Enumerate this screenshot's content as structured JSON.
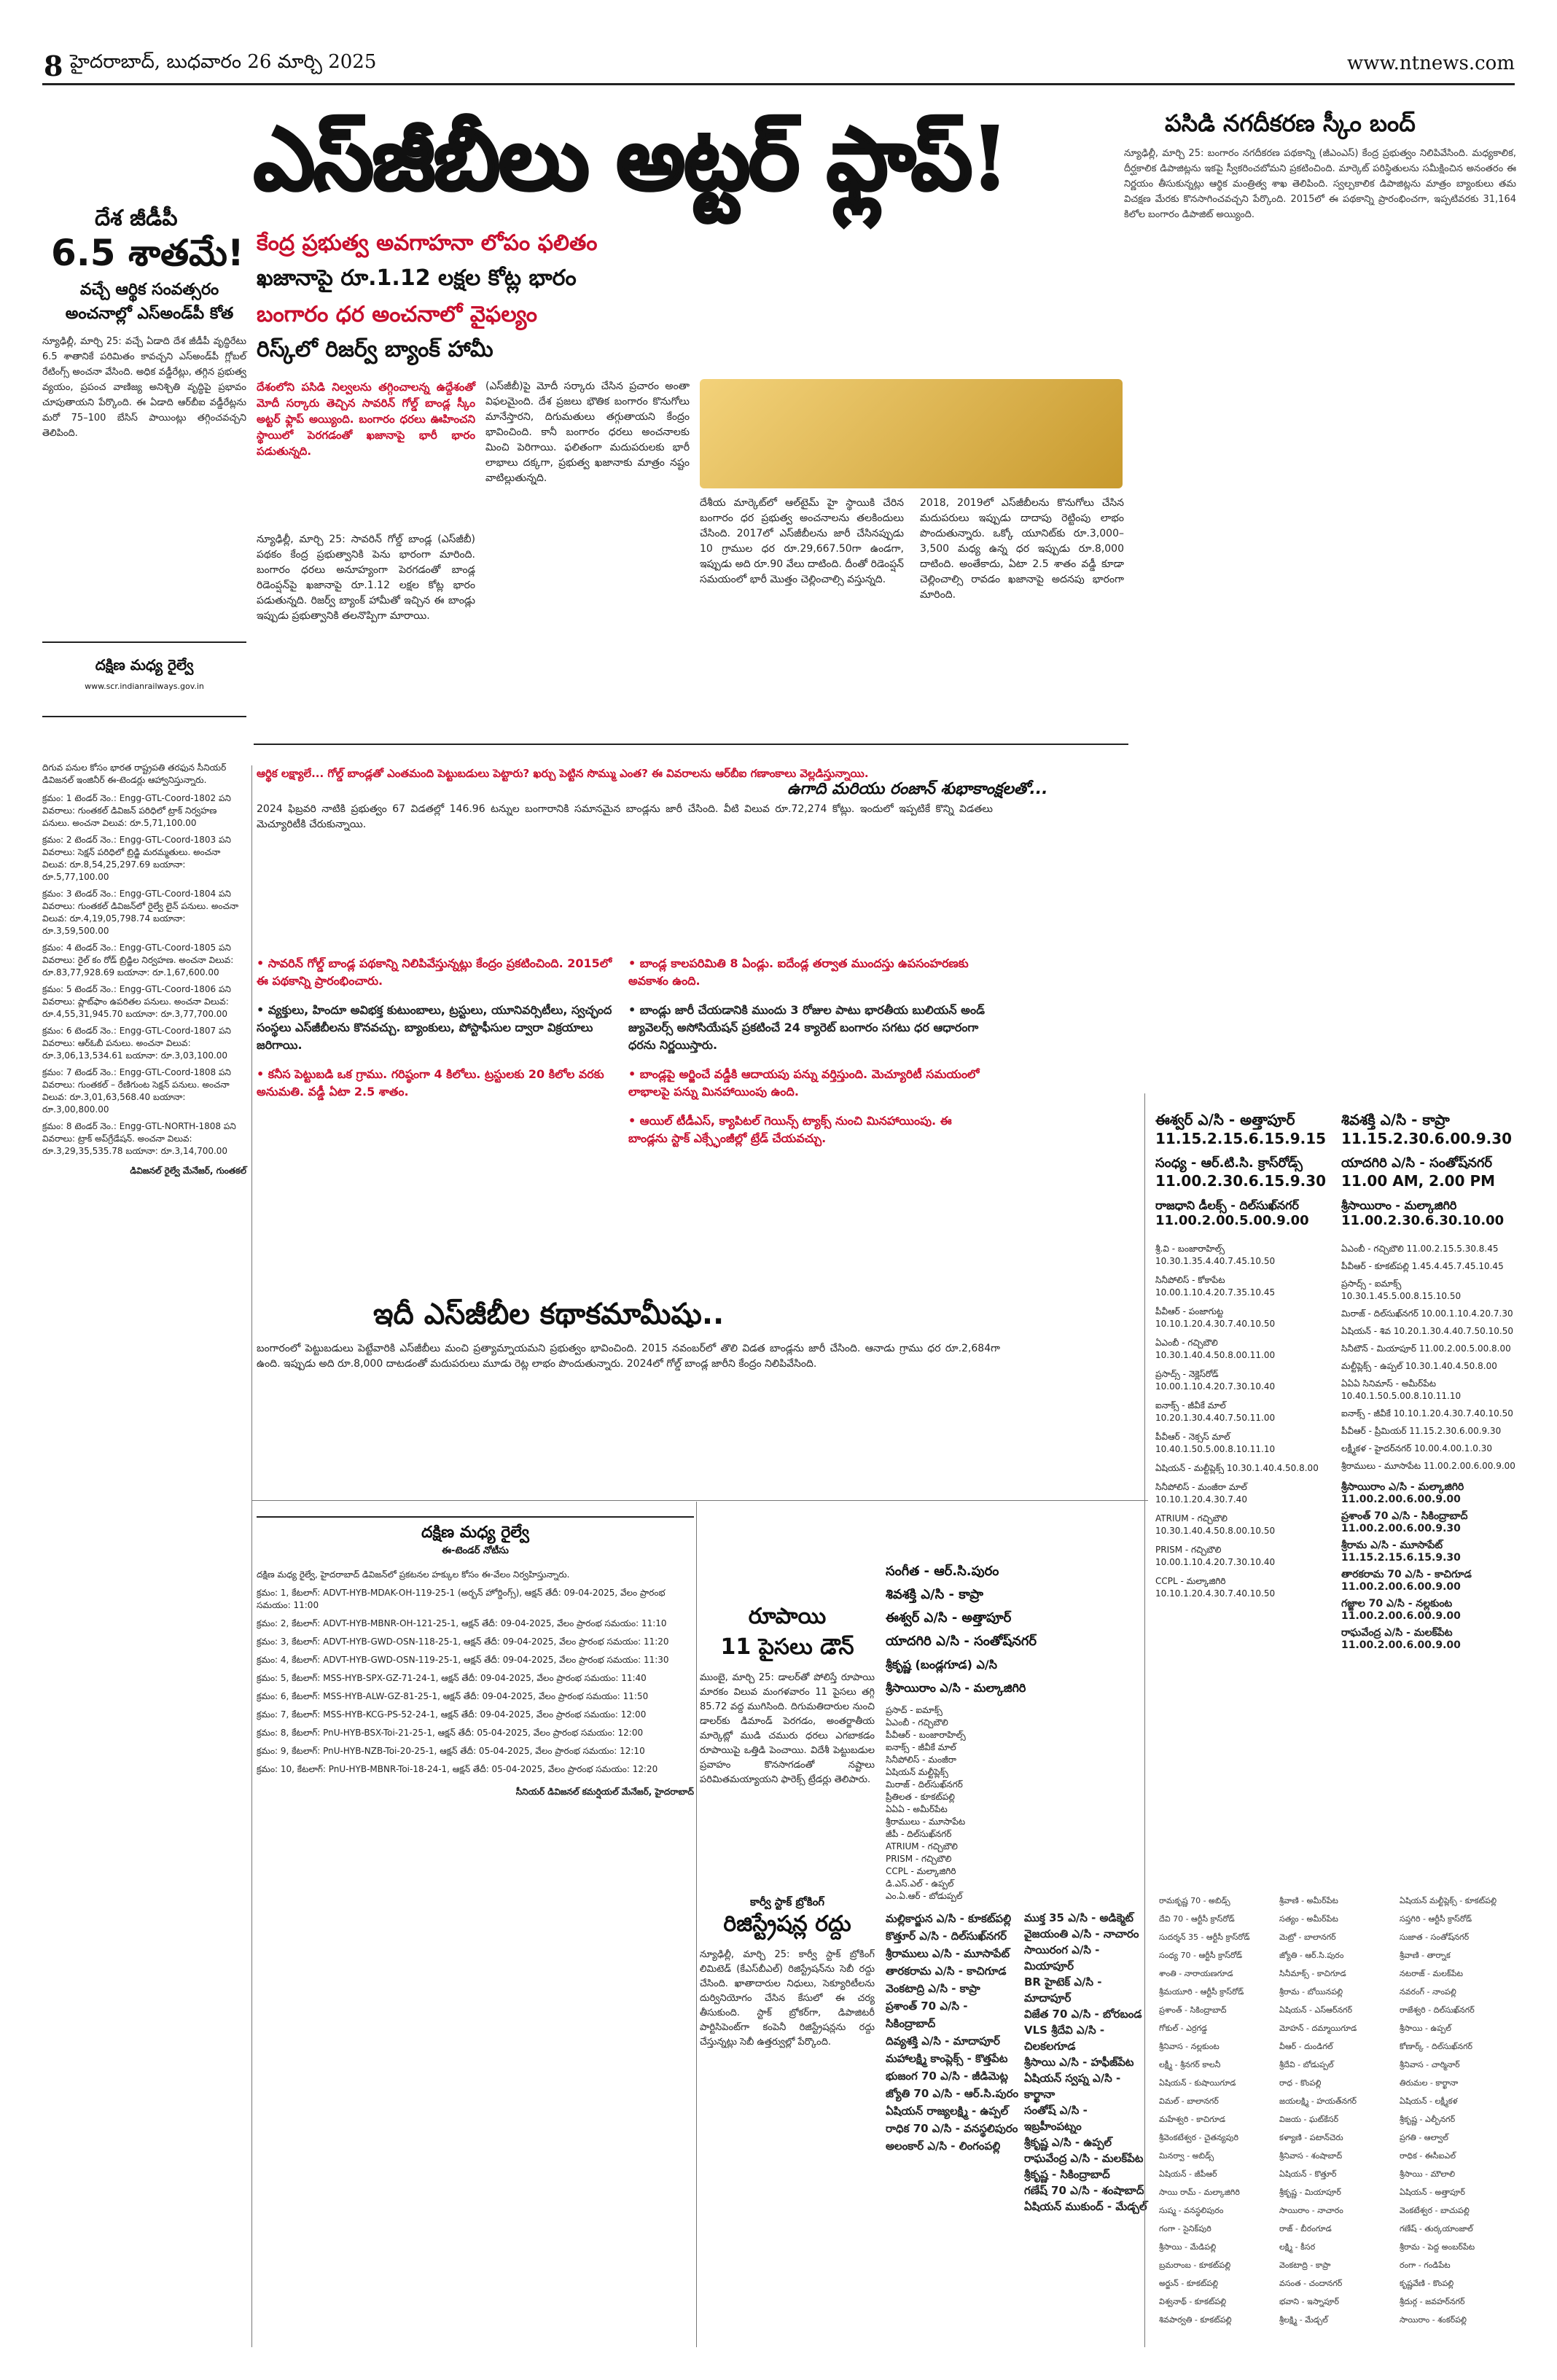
{
  "header": {
    "page_no": "8",
    "date_line": "హైదరాబాద్, బుధవారం 26 మార్చి 2025",
    "site": "www.ntnews.com"
  },
  "main_story": {
    "headline": "ఎస్‌జీబీలు అట్టర్ ఫ్లాప్!",
    "kicker1": "కేంద్ర ప్రభుత్వ అవగాహనా లోపం ఫలితం",
    "sub1": "ఖజానాపై రూ.1.12 లక్షల కోట్ల భారం",
    "kicker2": "బంగారం ధర అంచనాలో వైఫల్యం",
    "sub2": "రిస్క్‌లో రిజర్వ్ బ్యాంక్ హామీ",
    "lead_red": "దేశంలోని పసిడి నిల్వలను తగ్గించాలన్న ఉద్దేశంతో మోదీ సర్కారు తెచ్చిన సావరిన్ గోల్డ్ బాండ్ల స్కీం అట్టర్ ఫ్లాప్ అయ్యింది. బంగారం ధరలు ఊహించని స్థాయిలో పెరగడంతో ఖజానాపై భారీ భారం పడుతున్నది.",
    "col1": "న్యూఢిల్లీ, మార్చి 25: సావరిన్ గోల్డ్ బాండ్ల (ఎస్‌జీబీ) పథకం కేంద్ర ప్రభుత్వానికి పెను భారంగా మారింది. బంగారం ధరలు అనూహ్యంగా పెరగడంతో బాండ్ల రిడెంప్షన్‌పై ఖజానాపై రూ.1.12 లక్షల కోట్ల భారం పడుతున్నది. రిజర్వ్ బ్యాంక్ హామీతో ఇచ్చిన ఈ బాండ్లు ఇప్పుడు ప్రభుత్వానికి తలనొప్పిగా మారాయి.",
    "col2": "(ఎస్‌జీబీ)పై మోదీ సర్కారు చేసిన ప్రచారం అంతా విఫలమైంది. దేశ ప్రజలు భౌతిక బంగారం కొనుగోలు మానేస్తారని, దిగుమతులు తగ్గుతాయని కేంద్రం భావించింది. కానీ బంగారం ధరలు అంచనాలకు మించి పెరిగాయి. ఫలితంగా మదుపరులకు భారీ లాభాలు దక్కగా, ప్రభుత్వ ఖజానాకు మాత్రం నష్టం వాటిల్లుతున్నది.",
    "col3": "దేశీయ మార్కెట్‌లో ఆల్‌టైమ్ హై స్థాయికి చేరిన బంగారం ధర ప్రభుత్వ అంచనాలను తలకిందులు చేసింది. 2017లో ఎస్‌జీబీలను జారీ చేసినప్పుడు 10 గ్రాముల ధర రూ.29,667.50గా ఉండగా, ఇప్పుడు అది రూ.90 వేలు దాటింది. దీంతో రిడెంప్షన్ సమయంలో భారీ మొత్తం చెల్లించాల్సి వస్తున్నది.",
    "col4": "2018, 2019లో ఎస్‌జీబీలను కొనుగోలు చేసిన మదుపరులు ఇప్పుడు దాదాపు రెట్టింపు లాభం పొందుతున్నారు. ఒక్కో యూనిట్‌కు రూ.3,000–3,500 మధ్య ఉన్న ధర ఇప్పుడు రూ.8,000 దాటింది. అంతేకాదు, ఏటా 2.5 శాతం వడ్డీ కూడా చెల్లించాల్సి రావడం ఖజానాపై అదనపు భారంగా మారింది."
  },
  "scheme_story": {
    "title": "పసిడి నగదీకరణ స్కీం బంద్",
    "body": "న్యూఢిల్లీ, మార్చి 25: బంగారం నగదీకరణ పథకాన్ని (జీఎంఎస్) కేంద్ర ప్రభుత్వం నిలిపివేసింది. మధ్యకాలిక, దీర్ఘకాలిక డిపాజిట్లను ఇకపై స్వీకరించబోమని ప్రకటించింది. మార్కెట్ పరిస్థితులను సమీక్షించిన అనంతరం ఈ నిర్ణయం తీసుకున్నట్లు ఆర్థిక మంత్రిత్వ శాఖ తెలిపింది. స్వల్పకాలిక డిపాజిట్లను మాత్రం బ్యాంకులు తమ విచక్షణ మేరకు కొనసాగించవచ్చని పేర్కొంది. 2015లో ఈ పథకాన్ని ప్రారంభించగా, ఇప్పటివరకు 31,164 కిలోల బంగారం డిపాజిట్ అయ్యింది."
  },
  "gdp_story": {
    "t1": "దేశ జీడీపీ",
    "t2": "6.5 శాతమే!",
    "t3": "వచ్చే ఆర్థిక సంవత్సరం",
    "t4": "అంచనాల్లో ఎస్‌అండ్‌పీ కోత",
    "body": "న్యూఢిల్లీ, మార్చి 25: వచ్చే ఏడాది దేశ జీడీపీ వృద్ధిరేటు 6.5 శాతానికే పరిమితం కావచ్చని ఎస్‌అండ్‌పీ గ్లోబల్ రేటింగ్స్ అంచనా వేసింది. అధిక వడ్డీరేట్లు, తగ్గిన ప్రభుత్వ వ్యయం, ప్రపంచ వాణిజ్య అనిశ్చితి వృద్ధిపై ప్రభావం చూపుతాయని పేర్కొంది. ఈ ఏడాది ఆర్‌బీఐ వడ్డీరేట్లను మరో 75–100 బేసిస్ పాయింట్లు తగ్గించవచ్చని తెలిపింది."
  },
  "railway_block": {
    "title": "దక్షిణ మధ్య రైల్వే",
    "subtitle": "www.scr.indianrailways.gov.in",
    "intro": "దిగువ పనుల కోసం భారత రాష్ట్రపతి తరఫున సీనియర్ డివిజనల్ ఇంజినీర్ ఈ-టెండర్లు ఆహ్వానిస్తున్నారు.",
    "items": [
      "క్రమం: 1 టెండర్ నెం.: Engg-GTL-Coord-1802 పని వివరాలు: గుంతకల్ డివిజన్ పరిధిలో ట్రాక్ నిర్వహణ పనులు. అంచనా విలువ: రూ.5,71,100.00",
      "క్రమం: 2 టెండర్ నెం.: Engg-GTL-Coord-1803 పని వివరాలు: సెక్షన్ పరిధిలో బ్రిడ్జి మరమ్మతులు. అంచనా విలువ: రూ.8,54,25,297.69 బయానా: రూ.5,77,100.00",
      "క్రమం: 3 టెండర్ నెం.: Engg-GTL-Coord-1804 పని వివరాలు: గుంతకల్ డివిజన్‌లో రైల్వే లైన్ పనులు. అంచనా విలువ: రూ.4,19,05,798.74 బయానా: రూ.3,59,500.00",
      "క్రమం: 4 టెండర్ నెం.: Engg-GTL-Coord-1805 పని వివరాలు: రైల్ కం రోడ్ బ్రిడ్జిల నిర్వహణ. అంచనా విలువ: రూ.83,77,928.69 బయానా: రూ.1,67,600.00",
      "క్రమం: 5 టెండర్ నెం.: Engg-GTL-Coord-1806 పని వివరాలు: ప్లాట్‌ఫాం ఉపరితల పనులు. అంచనా విలువ: రూ.4,55,31,945.70 బయానా: రూ.3,77,700.00",
      "క్రమం: 6 టెండర్ నెం.: Engg-GTL-Coord-1807 పని వివరాలు: ఆర్‌ఓబీ పనులు. అంచనా విలువ: రూ.3,06,13,534.61 బయానా: రూ.3,03,100.00",
      "క్రమం: 7 టెండర్ నెం.: Engg-GTL-Coord-1808 పని వివరాలు: గుంతకల్ – రేణిగుంట సెక్షన్ పనులు. అంచనా విలువ: రూ.3,01,63,568.40 బయానా: రూ.3,00,800.00",
      "క్రమం: 8 టెండర్ నెం.: Engg-GTL-NORTH-1808 పని వివరాలు: ట్రాక్ అప్‌గ్రేడేషన్. అంచనా విలువ: రూ.3,29,35,535.78 బయానా: రూ.3,14,700.00"
    ],
    "footer": "డివిజనల్ రైల్వే మేనేజర్, గుంతకల్"
  },
  "timeline_box": {
    "title": "ఇదీ ఎస్‌జీబీల కథాకమామీషు..",
    "intro_red": "ఆర్థిక లక్ష్యాలే... గోల్డ్ బాండ్లతో ఎంతమంది పెట్టుబడులు పెట్టారు? ఖర్చు పెట్టిన సొమ్ము ఎంత? ఈ వివరాలను ఆర్‌బీఐ గణాంకాలు వెల్లడిస్తున్నాయి.",
    "intro_black": "2024 ఫిబ్రవరి నాటికి ప్రభుత్వం 67 విడతల్లో 146.96 టన్నుల బంగారానికి సమానమైన బాండ్లను జారీ చేసింది. వీటి విలువ రూ.72,274 కోట్లు. ఇందులో ఇప్పటికే కొన్ని విడతలు మెచ్యూరిటీకి చేరుకున్నాయి.",
    "bullets_left": [
      "సావరిన్ గోల్డ్ బాండ్ల పథకాన్ని నిలిపివేస్తున్నట్లు కేంద్రం ప్రకటించింది. 2015లో ఈ పథకాన్ని ప్రారంభించారు.",
      "వ్యక్తులు, హిందూ అవిభక్త కుటుంబాలు, ట్రస్టులు, యూనివర్సిటీలు, స్వచ్ఛంద సంస్థలు ఎస్‌జీబీలను కొనవచ్చు. బ్యాంకులు, పోస్టాఫీసుల ద్వారా విక్రయాలు జరిగాయి.",
      "కనీస పెట్టుబడి ఒక గ్రాము. గరిష్ఠంగా 4 కిలోలు. ట్రస్టులకు 20 కిలోల వరకు అనుమతి. వడ్డీ ఏటా 2.5 శాతం."
    ],
    "bullets_right": [
      "బాండ్ల కాలపరిమితి 8 ఏండ్లు. ఐదేండ్ల తర్వాత ముందస్తు ఉపసంహరణకు అవకాశం ఉంది.",
      "బాండ్లు జారీ చేయడానికి ముందు 3 రోజుల పాటు భారతీయ బులియన్ అండ్ జ్యువెలర్స్ అసోసియేషన్ ప్రకటించే 24 క్యారెట్ బంగారం సగటు ధర ఆధారంగా ధరను నిర్ణయిస్తారు.",
      "బాండ్లపై అర్జించే వడ్డీకి ఆదాయపు పన్ను వర్తిస్తుంది. మెచ్యూరిటీ సమయంలో లాభాలపై పన్ను మినహాయింపు ఉంది.",
      "ఆయిల్ టీడీఎస్, క్యాపిటల్ గెయిన్స్ ట్యాక్స్ నుంచి మినహాయింపు. ఈ బాండ్లను స్టాక్ ఎక్స్ఛేంజీల్లో ట్రేడ్ చేయవచ్చు."
    ],
    "bottom_text": "బంగారంలో పెట్టుబడులు పెట్టేవారికి ఎస్‌జీబీలు మంచి ప్రత్యామ్నాయమని ప్రభుత్వం భావించింది. 2015 నవంబర్‌లో తొలి విడత బాండ్లను జారీ చేసింది. ఆనాడు గ్రాము ధర రూ.2,684గా ఉంది. ఇప్పుడు అది రూ.8,000 దాటడంతో మదుపరులు మూడు రెట్ల లాభం పొందుతున్నారు. 2024లో గోల్డ్ బాండ్ల జారీని కేంద్రం నిలిపివేసింది."
  },
  "second_tender": {
    "title": "దక్షిణ మధ్య రైల్వే",
    "sub": "ఈ-టెండర్ నోటీసు",
    "lines": [
      "దక్షిణ మధ్య రైల్వే, హైదరాబాద్ డివిజన్‌లో ప్రకటనల హక్కుల కోసం ఈ-వేలం నిర్వహిస్తున్నారు.",
      "క్రమం: 1, కేటలాగ్: ADVT-HYB-MDAK-OH-119-25-1 (అర్బన్ హోర్డింగ్స్), ఆక్షన్ తేదీ: 09-04-2025, వేలం ప్రారంభ సమయం: 11:00",
      "క్రమం: 2, కేటలాగ్: ADVT-HYB-MBNR-OH-121-25-1, ఆక్షన్ తేదీ: 09-04-2025, వేలం ప్రారంభ సమయం: 11:10",
      "క్రమం: 3, కేటలాగ్: ADVT-HYB-GWD-OSN-118-25-1, ఆక్షన్ తేదీ: 09-04-2025, వేలం ప్రారంభ సమయం: 11:20",
      "క్రమం: 4, కేటలాగ్: ADVT-HYB-GWD-OSN-119-25-1, ఆక్షన్ తేదీ: 09-04-2025, వేలం ప్రారంభ సమయం: 11:30",
      "క్రమం: 5, కేటలాగ్: MSS-HYB-SPX-GZ-71-24-1, ఆక్షన్ తేదీ: 09-04-2025, వేలం ప్రారంభ సమయం: 11:40",
      "క్రమం: 6, కేటలాగ్: MSS-HYB-ALW-GZ-81-25-1, ఆక్షన్ తేదీ: 09-04-2025, వేలం ప్రారంభ సమయం: 11:50",
      "క్రమం: 7, కేటలాగ్: MSS-HYB-KCG-PS-52-24-1, ఆక్షన్ తేదీ: 09-04-2025, వేలం ప్రారంభ సమయం: 12:00",
      "క్రమం: 8, కేటలాగ్: PnU-HYB-BSX-Toi-21-25-1, ఆక్షన్ తేదీ: 05-04-2025, వేలం ప్రారంభ సమయం: 12:00",
      "క్రమం: 9, కేటలాగ్: PnU-HYB-NZB-Toi-20-25-1, ఆక్షన్ తేదీ: 05-04-2025, వేలం ప్రారంభ సమయం: 12:10",
      "క్రమం: 10, కేటలాగ్: PnU-HYB-MBNR-Toi-18-24-1, ఆక్షన్ తేదీ: 05-04-2025, వేలం ప్రారంభ సమయం: 12:20"
    ],
    "footer": "సీనియర్ డివిజనల్ కమర్షియల్ మేనేజర్, హైదరాబాద్"
  },
  "rupee_story": {
    "title": "రూపాయి",
    "sub": "11 పైసలు డౌన్",
    "body": "ముంబై, మార్చి 25: డాలర్‌తో పోలిస్తే రూపాయి మారకం విలువ మంగళవారం 11 పైసలు తగ్గి 85.72 వద్ద ముగిసింది. దిగుమతిదారుల నుంచి డాలర్‌కు డిమాండ్ పెరగడం, అంతర్జాతీయ మార్కెట్లో ముడి చమురు ధరలు ఎగబాకడం రూపాయిపై ఒత్తిడి పెంచాయి. విదేశీ పెట్టుబడుల ప్రవాహం కొనసాగడంతో నష్టాలు పరిమితమయ్యాయని ఫారెక్స్ ట్రేడర్లు తెలిపారు."
  },
  "karvy_story": {
    "kicker": "కార్వీ స్టాక్ బ్రోకింగ్",
    "title": "రిజిస్ట్రేషన్ల రద్దు",
    "body": "న్యూఢిల్లీ, మార్చి 25: కార్వీ స్టాక్ బ్రోకింగ్ లిమిటెడ్ (కేఎస్‌బీఎల్) రిజిస్ట్రేషన్‌ను సెబీ రద్దు చేసింది. ఖాతాదారుల నిధులు, సెక్యూరిటీలను దుర్వినియోగం చేసిన కేసులో ఈ చర్య తీసుకుంది. స్టాక్ బ్రోకర్‌గా, డిపాజిటరీ పార్టిసిపెంట్‌గా కంపెనీ రిజిస్ట్రేషన్లను రద్దు చేస్తున్నట్లు సెబీ ఉత్తర్వుల్లో పేర్కొంది."
  },
  "ugadi_banner": "ఉగాది మరియు రంజాన్ శుభాకాంక్షలతో...",
  "cinema_top": {
    "col1_title": "ఈశ్వర్ ఎ/సి - అత్తాపూర్",
    "col1_time": "11.15.2.15.6.15.9.15",
    "col1_b": "సంధ్య - ఆర్.టి.సి. క్రాస్‌రోడ్స్",
    "col1_time2": "11.00.2.30.6.15.9.30",
    "col1_c": "రాజధాని డీలక్స్ - దిల్‌సుఖ్‌నగర్",
    "col1_time3": "11.00.2.00.5.00.9.00",
    "col2_title": "శివశక్తి ఎ/సి - కాప్రా",
    "col2_time": "11.15.2.30.6.00.9.30",
    "col2_b": "యాదగిరి ఎ/సి - సంతోష్‌నగర్",
    "col2_time2": "11.00 AM, 2.00 PM",
    "col2_c": "శ్రీసాయిరాం - మల్కాజిగిరి",
    "col2_time3": "11.00.2.30.6.30.10.00",
    "list_left": [
      "శ్రీ.వి - బంజారాహిల్స్ 10.30.1.35.4.40.7.45.10.50",
      "సినీపోలిస్ - కోకాపేట 10.00.1.10.4.20.7.35.10.45",
      "పీవీఆర్ - పంజాగుట్ట 10.10.1.20.4.30.7.40.10.50",
      "ఏఎంబీ - గచ్చిబౌలి 10.30.1.40.4.50.8.00.11.00",
      "ప్రసాద్స్ - నెక్లెస్‌రోడ్ 10.00.1.10.4.20.7.30.10.40",
      "ఐనాక్స్ - జీవీకే మాల్ 10.20.1.30.4.40.7.50.11.00",
      "పీవీఆర్ - నెక్సస్ మాల్ 10.40.1.50.5.00.8.10.11.10",
      "ఏషియన్ - మల్టీప్లెక్స్ 10.30.1.40.4.50.8.00",
      "సినీపోలిస్ - మంజీరా మాల్ 10.10.1.20.4.30.7.40",
      "ATRIUM - గచ్చిబౌలి 10.30.1.40.4.50.8.00.10.50",
      "PRISM - గచ్చిబౌలి 10.00.1.10.4.20.7.30.10.40",
      "CCPL - మల్కాజిగిరి 10.10.1.20.4.30.7.40.10.50"
    ],
    "list_right": [
      "ఏఎంబీ - గచ్చిబౌలి 11.00.2.15.5.30.8.45",
      "పీవీఆర్ - కూకట్‌పల్లి 1.45.4.45.7.45.10.45",
      "ప్రసాద్స్ - ఐమాక్స్ 10.30.1.45.5.00.8.15.10.50",
      "మిరాజ్ - దిల్‌సుఖ్‌నగర్ 10.00.1.10.4.20.7.30",
      "ఏషియన్ - శివ 10.20.1.30.4.40.7.50.10.50",
      "సినీటౌన్ - మియాపూర్ 11.00.2.00.5.00.8.00",
      "మల్టీప్లెక్స్ - ఉప్పల్ 10.30.1.40.4.50.8.00",
      "ఏఏఏ సినిమాస్ - అమీర్‌పేట 10.40.1.50.5.00.8.10.11.10",
      "ఐనాక్స్ - జీవీకే 10.10.1.20.4.30.7.40.10.50",
      "పీవీఆర్ - ప్రీమియర్ 11.15.2.30.6.00.9.30",
      "లక్ష్మీకళ - హైదర్‌నగర్ 10.00.4.00.1.0.30",
      "శ్రీరాములు - మూసాపేట 11.00.2.00.6.00.9.00"
    ],
    "bold_right": [
      "శ్రీసాయిరాం ఎ/సి - మల్కాజిగిరి 11.00.2.00.6.00.9.00",
      "ప్రశాంత్ 70 ఎ/సి - సికింద్రాబాద్ 11.00.2.00.6.00.9.30",
      "శ్రీరామ ఎ/సి - మూసాపేట్ 11.15.2.15.6.15.9.30",
      "తారకరామ 70 ఎ/సి - కాచిగూడ 11.00.2.00.6.00.9.00",
      "గజ్జాల 70 ఎ/సి - నల్లకుంట 11.00.2.00.6.00.9.00",
      "రాఘవేంద్ర ఎ/సి - మలక్‌పేట 11.00.2.00.6.00.9.00"
    ]
  },
  "cinema_bottom": {
    "left_a": "సంగీత - ఆర్.సి.పురం",
    "left_b": "శివశక్తి ఎ/సి - కాప్రా",
    "left_c": "ఈశ్వర్ ఎ/సి - అత్తాపూర్",
    "left_d": "యాదగిరి ఎ/సి - సంతోష్‌నగర్",
    "left_e": "శ్రీకృష్ణ (బండ్లగూడ) ఎ/సి",
    "left_f": "శ్రీసాయిరాం ఎ/సి - మల్కాజిగిరి",
    "list": [
      "ప్రసాద్ - ఐమాక్స్",
      "ఏఎంబీ - గచ్చిబౌలి",
      "పీవీఆర్ - బంజారాహిల్స్",
      "ఐనాక్స్ - జీవీకే మాల్",
      "సినీపోలిస్ - మంజీరా",
      "ఏషియన్ మల్టీప్లెక్స్",
      "మిరాజ్ - దిల్‌సుఖ్‌నగర్",
      "ప్రీతిలత - కూకట్‌పల్లి",
      "ఏఏఏ - అమీర్‌పేట",
      "శ్రీరాములు - మూసాపేట",
      "జీపీ - దిల్‌సుఖ్‌నగర్",
      "ATRIUM - గచ్చిబౌలి",
      "PRISM - గచ్చిబౌలి",
      "CCPL - మల్కాజిగిరి",
      "డి.ఎస్.ఎల్ - ఉప్పల్",
      "ఎం.ఏ.ఆర్ - బోడుప్పల్"
    ],
    "bold_list": [
      "మల్లికార్జున ఎ/సి - కూకట్‌పల్లి",
      "కొత్తూర్ ఎ/సి - దిల్‌సుఖ్‌నగర్",
      "శ్రీరాములు ఎ/సి - మూసాపేట్",
      "తారకరామ ఎ/సి - కాచిగూడ",
      "వెంకటాద్రి ఎ/సి - కాప్రా",
      "ప్రశాంత్ 70 ఎ/సి - సికింద్రాబాద్",
      "దివ్యశక్తి ఎ/సి - మాదాపూర్",
      "మహాలక్ష్మి కాంప్లెక్స్ - కొత్తపేట",
      "భుజంగ 70 ఎ/సి - జీడిమెట్ల",
      "జ్యోతి 70 ఎ/సి - ఆర్.సి.పురం",
      "ఏషియన్ రాజ్యలక్ష్మి - ఉప్పల్",
      "రాధిక 70 ఎ/సి - వనస్థలిపురం",
      "అలంకార్ ఎ/సి - లింగంపల్లి"
    ],
    "bold_list2": [
      "ముక్త 35 ఎ/సి - అడిక్మెట్",
      "వైజయంతి ఎ/సి - నాచారం",
      "సాయిరంగ ఎ/సి - మియాపూర్",
      "BR హైటెక్ ఎ/సి - మాదాపూర్",
      "విజేత 70 ఎ/సి - బోరబండ",
      "VLS శ్రీదేవి ఎ/సి - చిలకలగూడ",
      "శ్రీసాయి ఎ/సి - హఫీజ్‌పేట",
      "ఏషియన్ స్వప్న ఎ/సి - కార్ఖానా",
      "సంతోష్ ఎ/సి - ఇబ్రహీంపట్నం",
      "శ్రీకృష్ణ ఎ/సి - ఉప్పల్",
      "రాఘవేంద్ర ఎ/సి - మలక్‌పేట",
      "శ్రీకృష్ణ - సికింద్రాబాద్",
      "గణేష్ 70 ఎ/సి - శంషాబాద్",
      "ఏషియన్ ముకుంద్ - మేడ్చల్"
    ],
    "small_col1": [
      "రామకృష్ణ 70 - అబిడ్స్",
      "దేవి 70 - ఆర్టీసీ క్రాస్‌రోడ్",
      "సుదర్శన్ 35 - ఆర్టీసీ క్రాస్‌రోడ్",
      "సంధ్య 70 - ఆర్టీసీ క్రాస్‌రోడ్",
      "శాంతి - నారాయణగూడ",
      "శ్రీమయూరి - ఆర్టీసీ క్రాస్‌రోడ్",
      "ప్రశాంత్ - సికింద్రాబాద్",
      "గోకుల్ - ఎర్రగడ్డ",
      "శ్రీనివాస - నల్లకుంట",
      "లక్ష్మీ - శ్రీనగర్ కాలనీ",
      "ఏషియన్ - కుషాయిగూడ",
      "విమల్ - బాలానగర్",
      "మహేశ్వరి - కాచిగూడ",
      "శ్రీవెంకటేశ్వర - చైతన్యపురి",
      "మినర్వా - అబిడ్స్",
      "ఏషియన్ - జీపీఆర్",
      "సాయి రామ్ - మల్కాజిగిరి",
      "సుష్మ - వనస్థలిపురం",
      "గంగా - సైనిక్‌పురి",
      "శ్రీసాయి - మేడిపల్లి",
      "బ్రమరాంబ - కూకట్‌పల్లి",
      "అర్జున్ - కూకట్‌పల్లి",
      "విశ్వనాథ్ - కూకట్‌పల్లి",
      "శివపార్వతి - కూకట్‌పల్లి"
    ],
    "small_col2": [
      "శ్రీవాణి - అమీర్‌పేట",
      "సత్యం - అమీర్‌పేట",
      "మెట్రో - బాలానగర్",
      "జ్యోతి - ఆర్.సి.పురం",
      "సినీమాక్స్ - కాచిగూడ",
      "శ్రీరామ - బోయినపల్లి",
      "ఏషియన్ - ఎస్‌ఆర్‌నగర్",
      "మోహన్ - దమ్మాయిగూడ",
      "వీఆర్ - దుండిగల్",
      "శ్రీదేవి - బోడుప్పల్",
      "రాధ - కొంపల్లి",
      "జయలక్ష్మి - హయత్‌నగర్",
      "విజయ - ఘట్‌కేసర్",
      "కళ్యాణి - పటాన్‌చెరు",
      "శ్రీనివాస - శంషాబాద్",
      "ఏషియన్ - కొత్తూర్",
      "శ్రీకృష్ణ - మియాపూర్",
      "సాయిరాం - నాచారం",
      "రాజ్ - బీరంగూడ",
      "లక్ష్మి - కీసర",
      "వెంకటాద్రి - కాప్రా",
      "వసంత - చందానగర్",
      "భవాని - ఇస్నాపూర్",
      "శ్రీలక్ష్మి - మేడ్చల్"
    ],
    "small_col3": [
      "ఏషియన్ మల్టీప్లెక్స్ - కూకట్‌పల్లి",
      "సప్తగిరి - ఆర్టీసీ క్రాస్‌రోడ్",
      "సుజాత - సంతోష్‌నగర్",
      "శ్రీవాణి - తార్నాక",
      "నటరాజ్ - మలక్‌పేట",
      "నవరంగ్ - నాంపల్లి",
      "రాజేశ్వరి - దిల్‌సుఖ్‌నగర్",
      "శ్రీసాయి - ఉప్పల్",
      "కోణార్క్ - దిల్‌సుఖ్‌నగర్",
      "శ్రీనివాస - చార్మినార్",
      "తిరుమల - కార్ఖానా",
      "ఏషియన్ - లక్ష్మీకళ",
      "శ్రీకృష్ణ - ఎల్బీనగర్",
      "ప్రగతి - ఆల్వాల్",
      "రాధిక - ఈసీఐఎల్",
      "శ్రీసాయి - మౌలాలి",
      "ఏషియన్ - అత్తాపూర్",
      "వెంకటేశ్వర - బాచుపల్లి",
      "గణేష్ - తుర్కయాంజాల్",
      "శ్రీరామ - పెద్ద అంబర్‌పేట",
      "రంగా - గండిపేట",
      "కృష్ణవేణి - కొంపల్లి",
      "శ్రీదుర్గ - జవహర్‌నగర్",
      "సాయిరాం - శంకర్‌పల్లి"
    ]
  }
}
